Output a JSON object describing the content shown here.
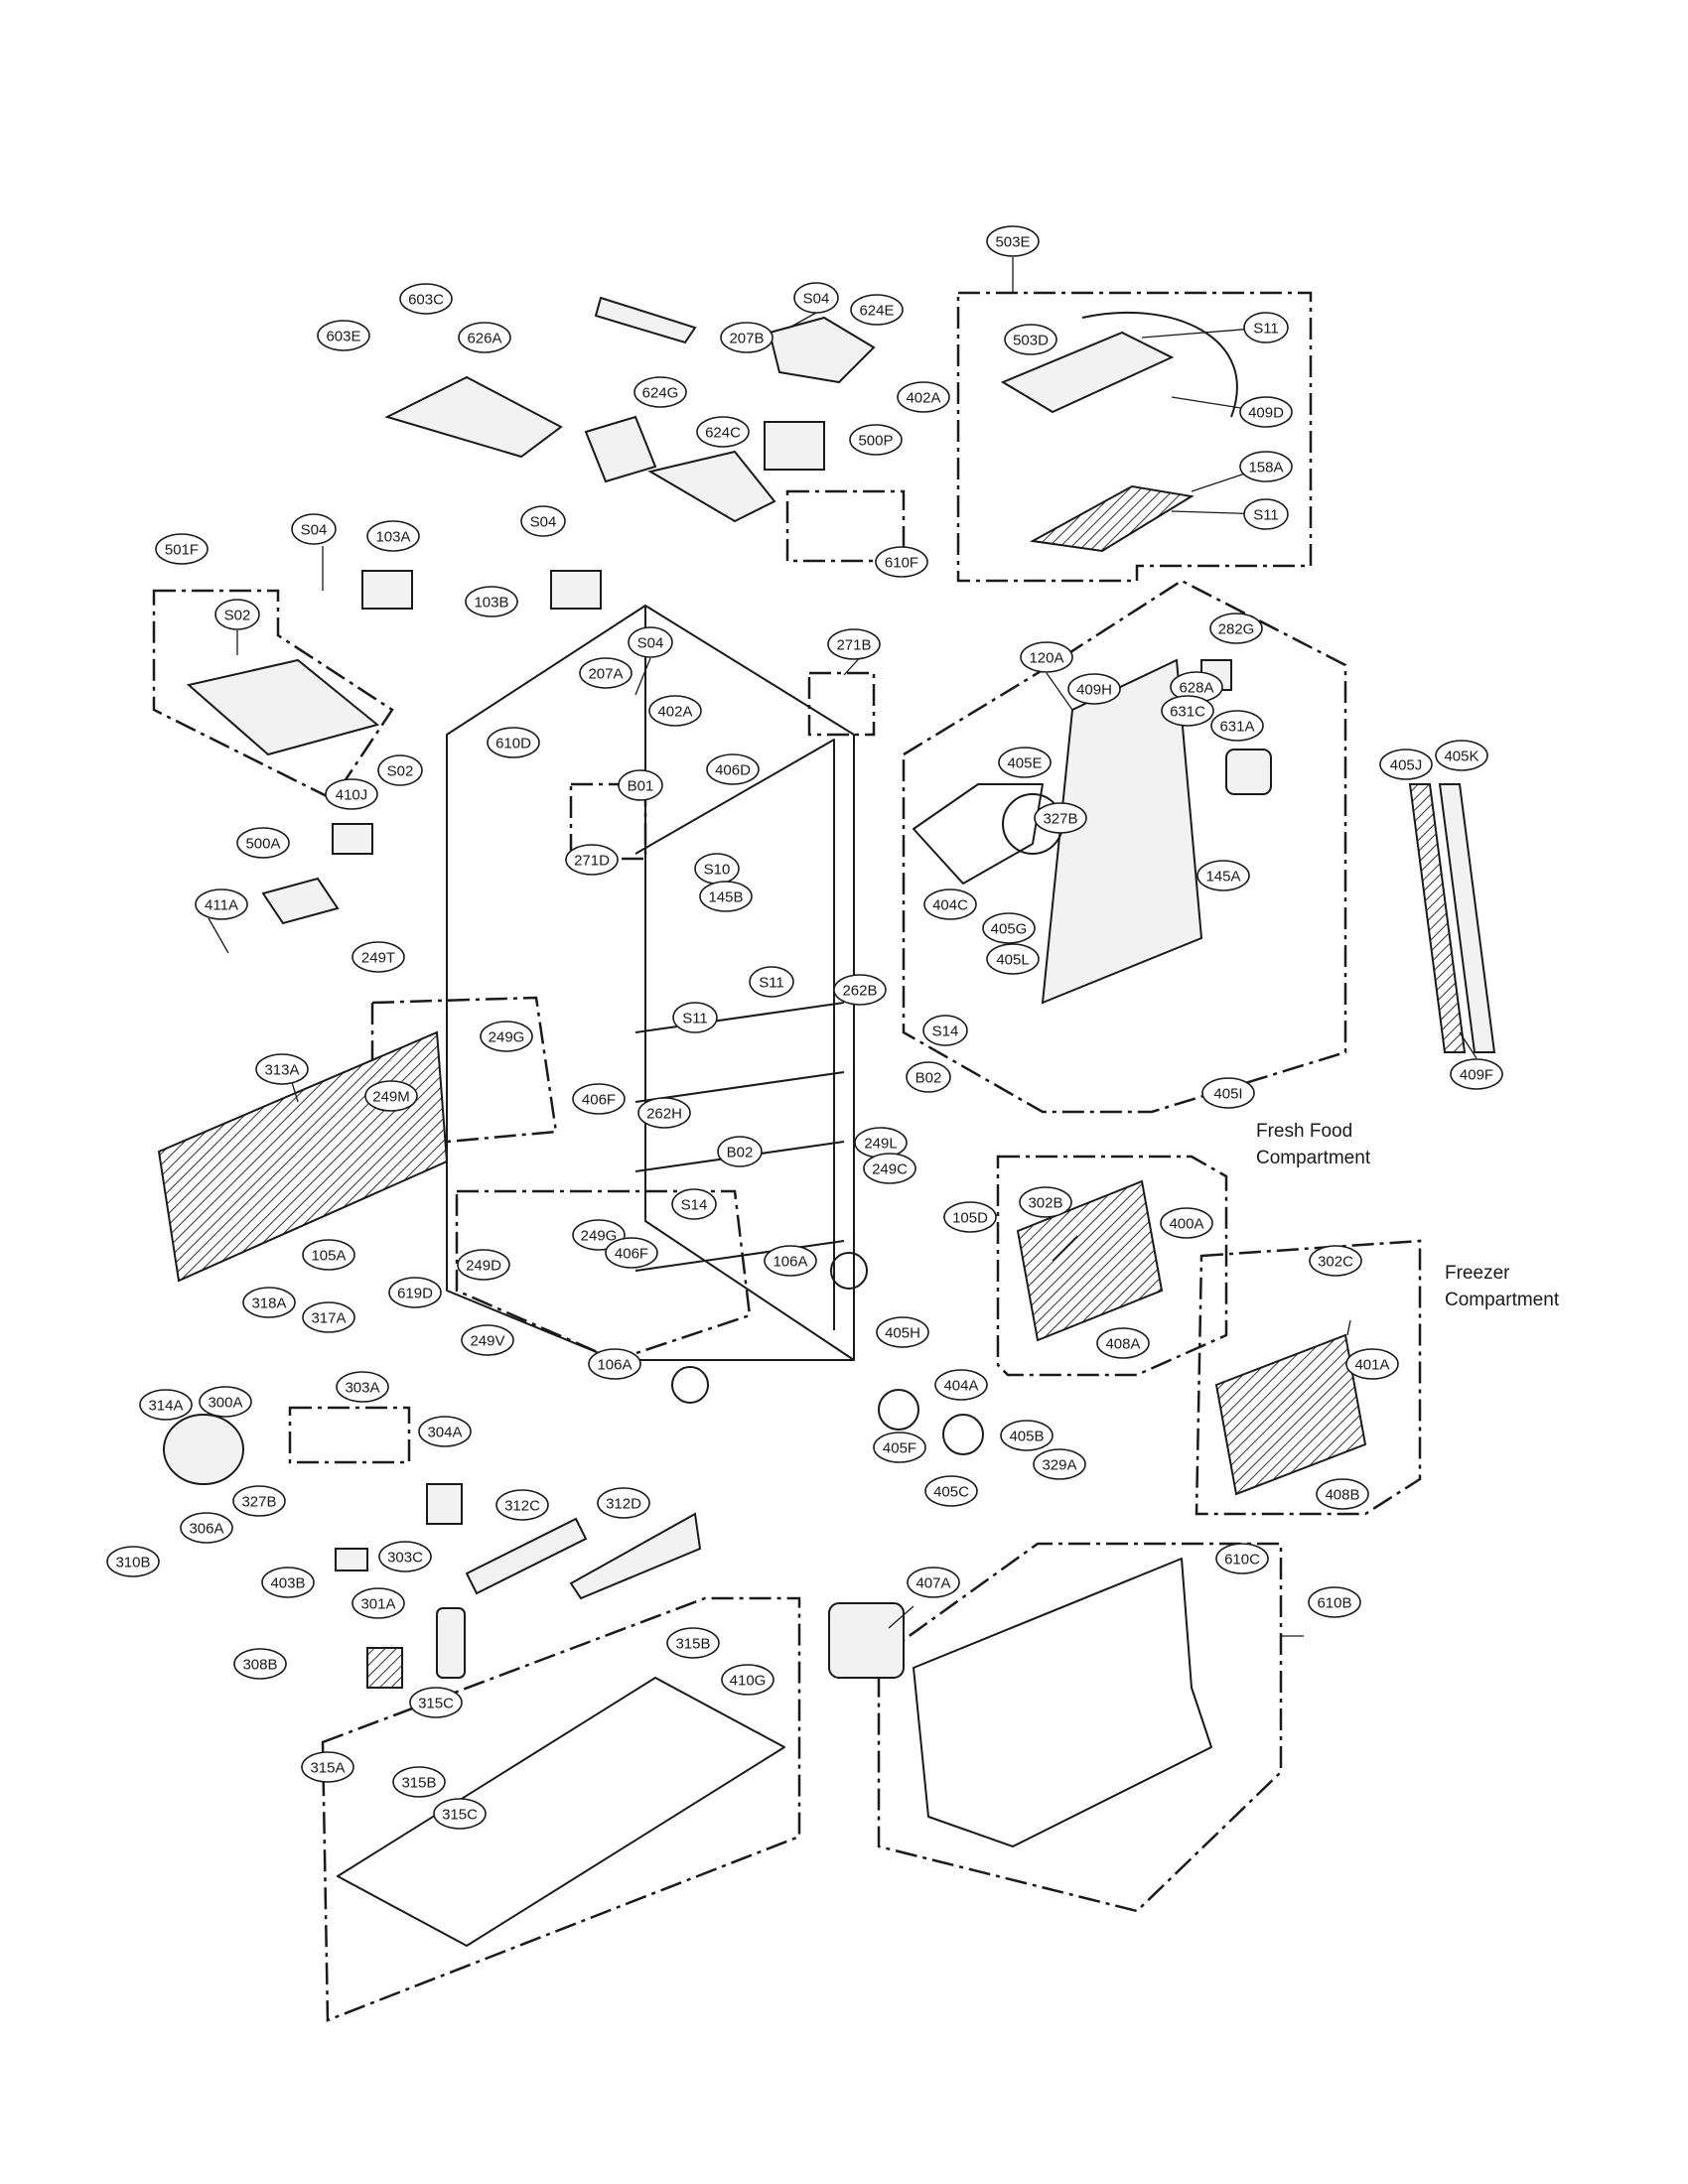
{
  "captions": {
    "fresh_food": [
      "Fresh Food",
      "Compartment"
    ],
    "freezer": [
      "Freezer",
      "Compartment"
    ]
  },
  "callouts": [
    "503E",
    "S04",
    "603C",
    "603E",
    "624E",
    "626A",
    "207B",
    "503D",
    "S11",
    "402A",
    "624G",
    "624C",
    "500P",
    "409D",
    "158A",
    "S11",
    "610F",
    "S04",
    "S04",
    "103A",
    "103B",
    "501F",
    "S02",
    "S04",
    "271B",
    "282G",
    "120A",
    "628A",
    "409H",
    "207A",
    "402A",
    "631C",
    "631A",
    "610D",
    "406D",
    "S02",
    "B01",
    "405E",
    "405J",
    "405K",
    "410J",
    "327B",
    "271D",
    "S10",
    "500A",
    "145B",
    "404C",
    "145A",
    "405G",
    "405L",
    "411A",
    "249T",
    "262B",
    "S11",
    "S14",
    "249G",
    "313A",
    "S11",
    "406F",
    "B02",
    "249M",
    "262H",
    "249L",
    "405I",
    "409F",
    "B02",
    "249C",
    "302B",
    "S14",
    "400A",
    "105D",
    "105A",
    "249G",
    "406F",
    "106A",
    "249D",
    "302C",
    "318A",
    "619D",
    "317A",
    "249V",
    "106A",
    "405H",
    "404A",
    "401A",
    "303A",
    "314A",
    "300A",
    "405B",
    "304A",
    "329A",
    "408A",
    "405F",
    "405C",
    "327B",
    "312C",
    "312D",
    "306A",
    "408B",
    "310B",
    "303C",
    "403B",
    "407A",
    "301A",
    "315B",
    "610C",
    "610B",
    "308B",
    "315C",
    "410G",
    "315A",
    "315B",
    "315C"
  ]
}
